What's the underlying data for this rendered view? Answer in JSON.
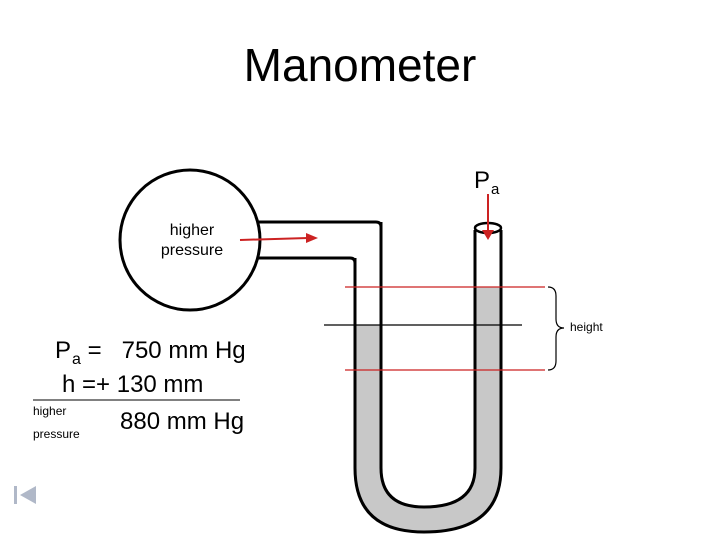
{
  "title": "Manometer",
  "pa_symbol": "P",
  "pa_subscript": "a",
  "bulb_label_line1": "higher",
  "bulb_label_line2": "pressure",
  "height_label": "height",
  "equation": {
    "line1_symbol": "P",
    "line1_subscript": "a",
    "line1_rest": " =   750 mm Hg",
    "line2": "h  =+ 130 mm",
    "line3": "880 mm Hg",
    "small_label_1": "higher",
    "small_label_2": "pressure"
  },
  "colors": {
    "fluid": "#c8c8c8",
    "arrow": "#cc2222",
    "level_line_red": "#cc2222",
    "level_line_black": "#000000"
  },
  "nav_icon": "first-slide-icon"
}
